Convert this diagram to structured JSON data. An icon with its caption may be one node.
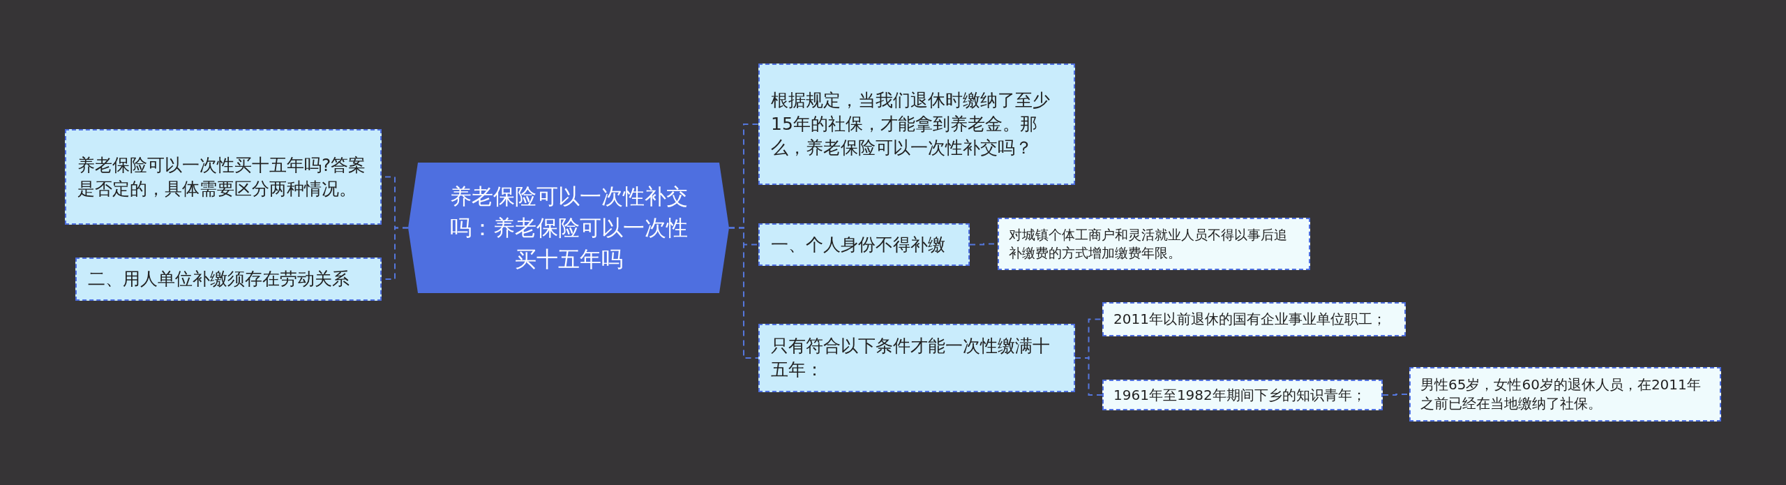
{
  "diagram": {
    "nodes": [
      {
        "text": [
          "养老保险可以一次性补交吗：养老保险可以一次性买十五年吗"
        ]
      },
      {
        "text": [
          "养老保险可以一次性买十五年吗?答案是否定的，具体需要区分两种情况。"
        ]
      },
      {
        "text": [
          "二、用人单位补缴须存在劳动关系"
        ]
      },
      {
        "text": [
          "根据规定，当我们退休时缴纳了至少15年的社保，才能拿到养老金。那么，养老保险可以一次性补交吗？"
        ]
      },
      {
        "text": [
          "一、个人身份不得补缴"
        ]
      },
      {
        "text": [
          "对城镇个体工商户和灵活就业人员不得以事后追补缴费的方式增加缴费年限。"
        ]
      },
      {
        "text": [
          "只有符合以下条件才能一次性缴满十五年："
        ]
      },
      {
        "text": [
          "2011年以前退休的国有企业事业单位职工；"
        ]
      },
      {
        "text": [
          "1961年至1982年期间下乡的知识青年；"
        ]
      },
      {
        "text": [
          "男性65岁，女性60岁的退休人员，在2011年之前已经在当地缴纳了社保。"
        ]
      }
    ],
    "edges": [
      {
        "from": 0,
        "to": 1,
        "arrow": "none"
      },
      {
        "from": 0,
        "to": 2,
        "arrow": "none"
      },
      {
        "from": 0,
        "to": 3,
        "arrow": "none"
      },
      {
        "from": 0,
        "to": 4,
        "arrow": "none"
      },
      {
        "from": 0,
        "to": 6,
        "arrow": "none"
      },
      {
        "from": 4,
        "to": 5,
        "arrow": "none"
      },
      {
        "from": 6,
        "to": 7,
        "arrow": "none"
      },
      {
        "from": 6,
        "to": 8,
        "arrow": "none"
      },
      {
        "from": 8,
        "to": 9,
        "arrow": "none"
      }
    ]
  }
}
